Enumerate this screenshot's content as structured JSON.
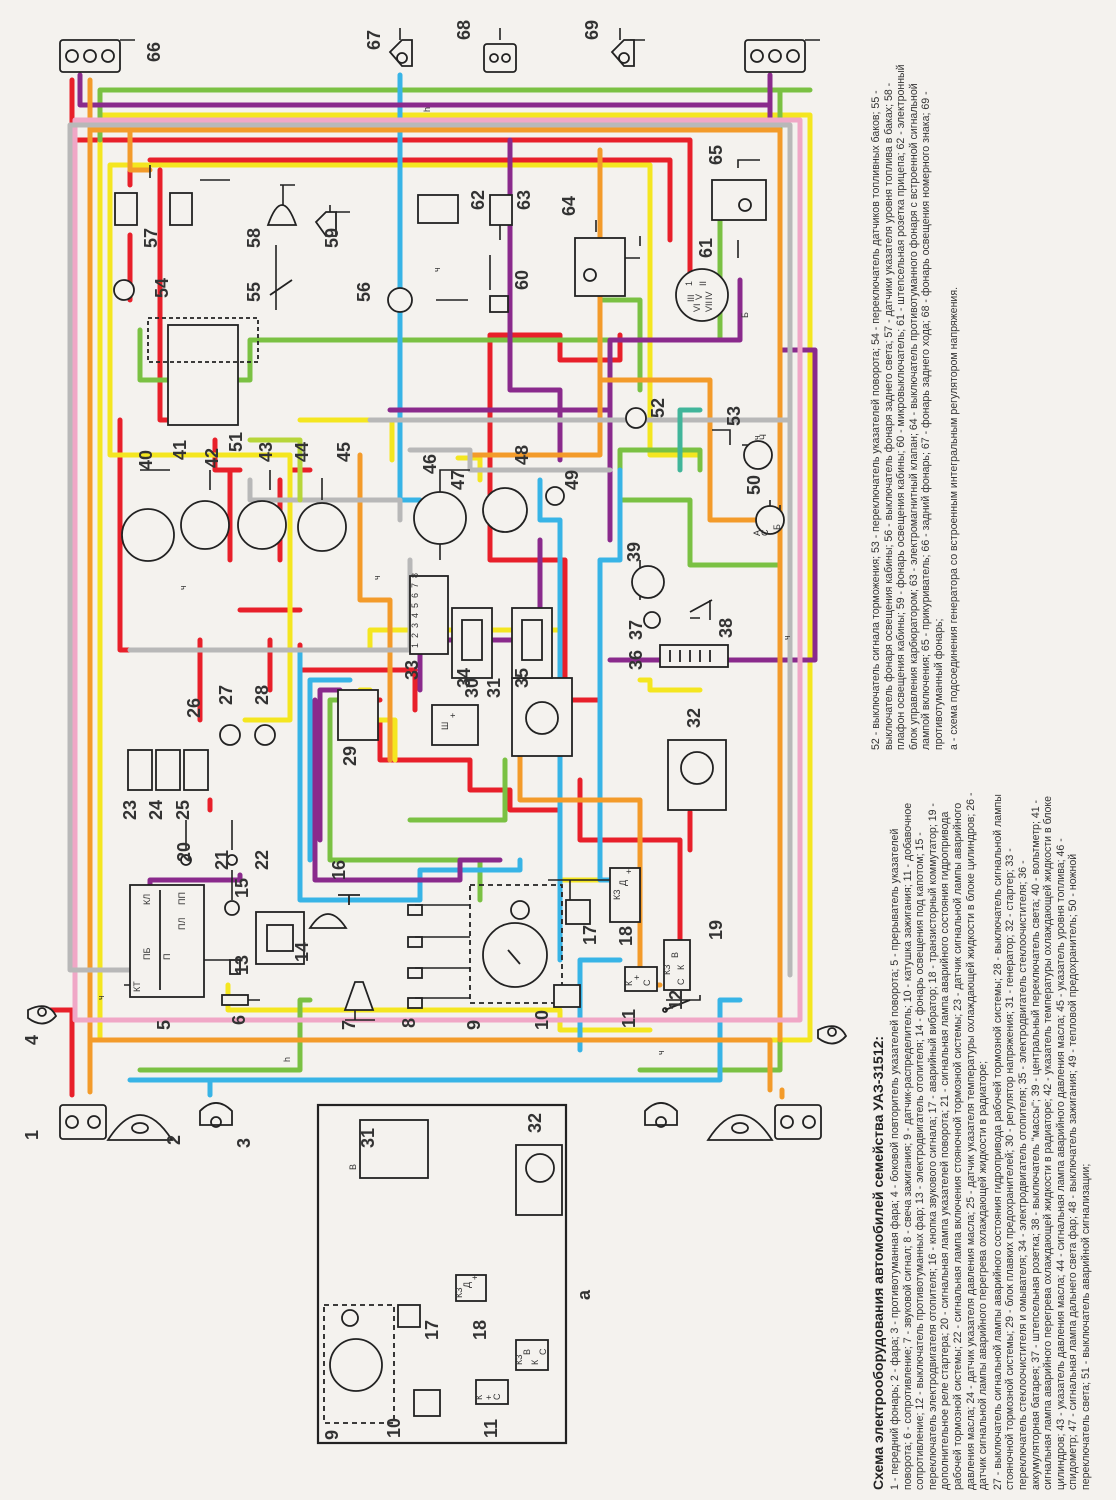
{
  "caption": {
    "title": "Схема электрооборудования автомобилей семейства УАЗ-31512:",
    "legend_left": [
      "1 - передний фонарь; 2 - фара; 3 - противотуманная фара; 4 - боковой повторитель указателей поворота; 5 - прерыватель указателей поворота; 6 - сопротивление; 7 - звуковой сигнал; 8 - свеча зажигания; 9 - датчик-распределитель; 10 - катушка зажигания; 11 - добавочное сопротивление; 12 - выключатель противотуманных фар; 13 - электродвигатель отопителя; 14 - фонарь освещения под капотом; 15 - переключатель электродвигателя отопителя; 16 - кнопка звукового сигнала; 17 - аварийный вибратор; 18 - транзисторный коммутатор; 19 - дополнительное реле стартера; 20 - сигнальная лампа указателей поворота; 21 - сигнальная лампа аварийного состояния гидропривода рабочей тормозной системы; 22 - сигнальная лампа включения стояночной тормозной системы; 23 - датчик сигнальной лампы аварийного давления масла; 24 - датчик указателя давления масла; 25 - датчик указателя температуры охлаждающей жидкости в блоке цилиндров; 26 - датчик сигнальной лампы аварийного перегрева охлаждающей жидкости в радиаторе;",
      "27 - выключатель сигнальной лампы аварийного состояния гидропривода рабочей тормозной системы; 28 - выключатель сигнальной лампы стояночной тормозной системы; 29 - блок плавких предохранителей; 30 - регулятор напряжения; 31 - генератор; 32 - стартер; 33 - переключатель стеклоочистителя и омывателя; 34 - электродвигатель отопителя; 35 - электродвигатель стеклоочистителя; 36 - аккумуляторная батарея; 37 - штепсельная розетка; 38 - выключатель \"массы\"; 39 - центральный переключатель света; 40 - вольтметр; 41 - сигнальная лампа аварийного перегрева охлаждающей жидкости в радиаторе; 42 - указатель температуры охлаждающей жидкости в блоке цилиндров; 43 - указатель давления масла; 44 - сигнальная лампа аварийного давления масла; 45 - указатель уровня топлива; 46 - спидометр; 47 - сигнальная лампа дальнего света фар; 48 - выключатель зажигания; 49 - тепловой предохранитель; 50 - ножной переключатель света; 51 - выключатель аварийной сигнализации;"
    ],
    "legend_right": [
      "52 - выключатель сигнала торможения; 53 - переключатель указателей поворота; 54 - переключатель датчиков топливных баков; 55 - выключатель фонаря освещения кабины; 56 - выключатель фонаря заднего света; 57 - датчики указателя уровня топлива в баках; 58 - плафон освещения кабины; 59 - фонарь освещения кабины; 60 - микровыключатель; 61 - штепсельная розетка прицепа; 62 - электронный блок управления карбюратором; 63 - электромагнитный клапан; 64 - выключатель противотуманного фонаря с встроенной сигнальной лампой включения; 65 - прикуриватель; 66 - задний фонарь; 67 - фонарь заднего хода; 68 - фонарь освещения номерного знака; 69 - противотуманный фонарь;",
      "а - схема подсоединения генератора со встроенным интегральным регулятором напряжения."
    ]
  },
  "inset": {
    "label": "а"
  },
  "wire_letters": [
    "ч",
    "ч",
    "h",
    "h",
    "ч",
    "ч",
    "ч",
    "ч",
    "ч"
  ],
  "numbers": [
    "1",
    "2",
    "3",
    "4",
    "5",
    "6",
    "7",
    "8",
    "9",
    "10",
    "11",
    "12",
    "13",
    "14",
    "15",
    "16",
    "17",
    "18",
    "19",
    "20",
    "21",
    "22",
    "23",
    "24",
    "25",
    "26",
    "27",
    "28",
    "29",
    "30",
    "31",
    "32",
    "33",
    "34",
    "35",
    "36",
    "37",
    "38",
    "39",
    "40",
    "41",
    "42",
    "43",
    "44",
    "45",
    "46",
    "47",
    "48",
    "49",
    "50",
    "51",
    "52",
    "53",
    "54",
    "55",
    "56",
    "57",
    "58",
    "59",
    "60",
    "61",
    "62",
    "63",
    "64",
    "65",
    "66",
    "67",
    "68",
    "69",
    "31",
    "32",
    "9",
    "10",
    "11",
    "17",
    "18"
  ],
  "pin_labels": {
    "comp5": [
      "КТ",
      "ПБ",
      "П",
      "ПЛ",
      "ПП",
      "КЛ"
    ],
    "comp19": [
      "КЗ",
      "В",
      "К",
      "С"
    ],
    "comp18": [
      "КЗ",
      "Д",
      "+"
    ],
    "comp11": [
      "К",
      "+",
      "С"
    ],
    "comp30": [
      "Ш",
      "+"
    ],
    "inset18": [
      "КЗ",
      "Д",
      "+"
    ],
    "inset19": [
      "КЗ",
      "В",
      "К",
      "С"
    ],
    "inset11": [
      "К",
      "+",
      "С"
    ],
    "inset31": [
      "В"
    ],
    "comp33": [
      "1",
      "2",
      "3",
      "4",
      "5",
      "6",
      "7",
      "8"
    ],
    "comp61": [
      "1",
      "II",
      "V",
      "IV",
      "III",
      "VI",
      "VII"
    ],
    "comp53": [
      "Ч"
    ],
    "comp50": [
      "А",
      "С",
      "Б"
    ],
    "comp61b": [
      "Б"
    ]
  },
  "colors": {
    "red": "#e8202a",
    "yellow": "#f4e620",
    "green": "#7ac143",
    "blue": "#38b4e6",
    "purple": "#8a2a8c",
    "orange": "#f39b2a",
    "pink": "#f0a7c6",
    "grey": "#b8b8b8",
    "black": "#222222",
    "lime": "#b7d63a",
    "teal": "#41b59a"
  }
}
